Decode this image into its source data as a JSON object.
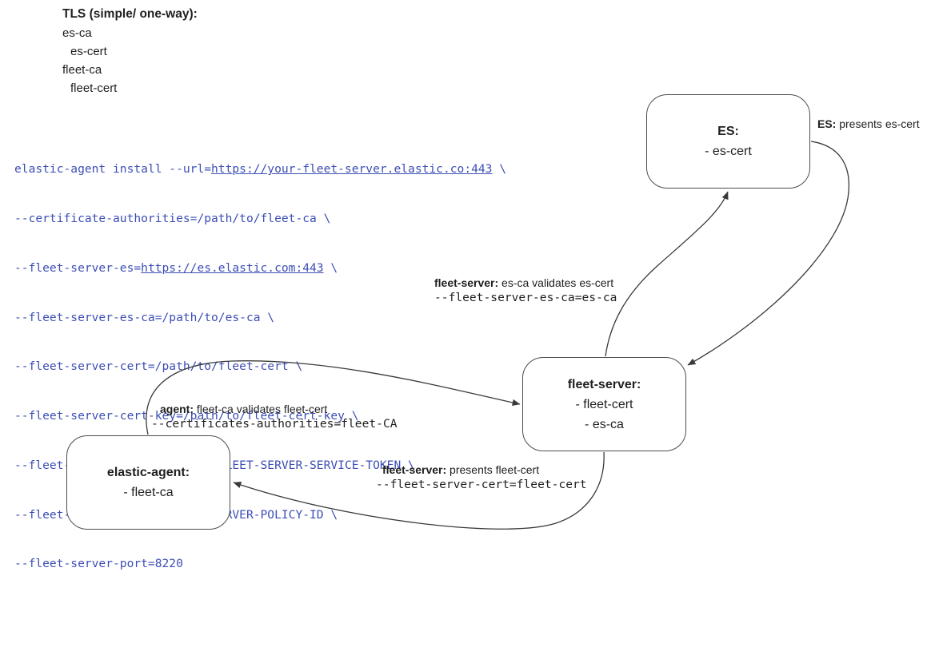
{
  "tls_list": {
    "title": "TLS (simple/ one-way):",
    "items": [
      {
        "label": "es-ca"
      },
      {
        "label": "es-cert"
      },
      {
        "label": "fleet-ca"
      },
      {
        "label": "fleet-cert"
      }
    ]
  },
  "command": {
    "color": "#3d4eb5",
    "lines": [
      {
        "pre": "elastic-agent install --url=",
        "url": "https://your-fleet-server.elastic.co:443",
        "post": " \\"
      },
      {
        "text": "--certificate-authorities=/path/to/fleet-ca \\"
      },
      {
        "pre": "--fleet-server-es=",
        "url": "https://es.elastic.com:443",
        "post": " \\"
      },
      {
        "text": "--fleet-server-es-ca=/path/to/es-ca \\"
      },
      {
        "text": "--fleet-server-cert=/path/to/fleet-cert \\"
      },
      {
        "text": "--fleet-server-cert-key=/path/to/fleet-cert-key \\"
      },
      {
        "text": "--fleet-server-service-token=FLEET-SERVER-SERVICE-TOKEN \\"
      },
      {
        "text": "--fleet-server-policy=FLEET-SERVER-POLICY-ID \\"
      },
      {
        "text": "--fleet-server-port=8220"
      }
    ]
  },
  "nodes": {
    "es": {
      "title": "ES:",
      "line1": "- es-cert"
    },
    "fleet_server": {
      "title": "fleet-server:",
      "line1": "- fleet-cert",
      "line2": "- es-ca"
    },
    "elastic_agent": {
      "title": "elastic-agent:",
      "line1": "- fleet-ca"
    }
  },
  "labels": {
    "es_presents": {
      "bold": "ES:",
      "text": " presents es-cert"
    },
    "fleet_validates_es": {
      "bold": "fleet-server:",
      "text": " es-ca validates es-cert",
      "code": "--fleet-server-es-ca=es-ca"
    },
    "agent_validates": {
      "bold": "agent:",
      "text": " fleet-ca validates fleet-cert",
      "code": "--certificates-authorities=fleet-CA"
    },
    "fleet_presents": {
      "bold": "fleet-server:",
      "text": " presents fleet-cert",
      "code": "--fleet-server-cert=fleet-cert"
    }
  },
  "style": {
    "arrow_color": "#3a3a3a",
    "border_color": "#4c4c4c"
  }
}
